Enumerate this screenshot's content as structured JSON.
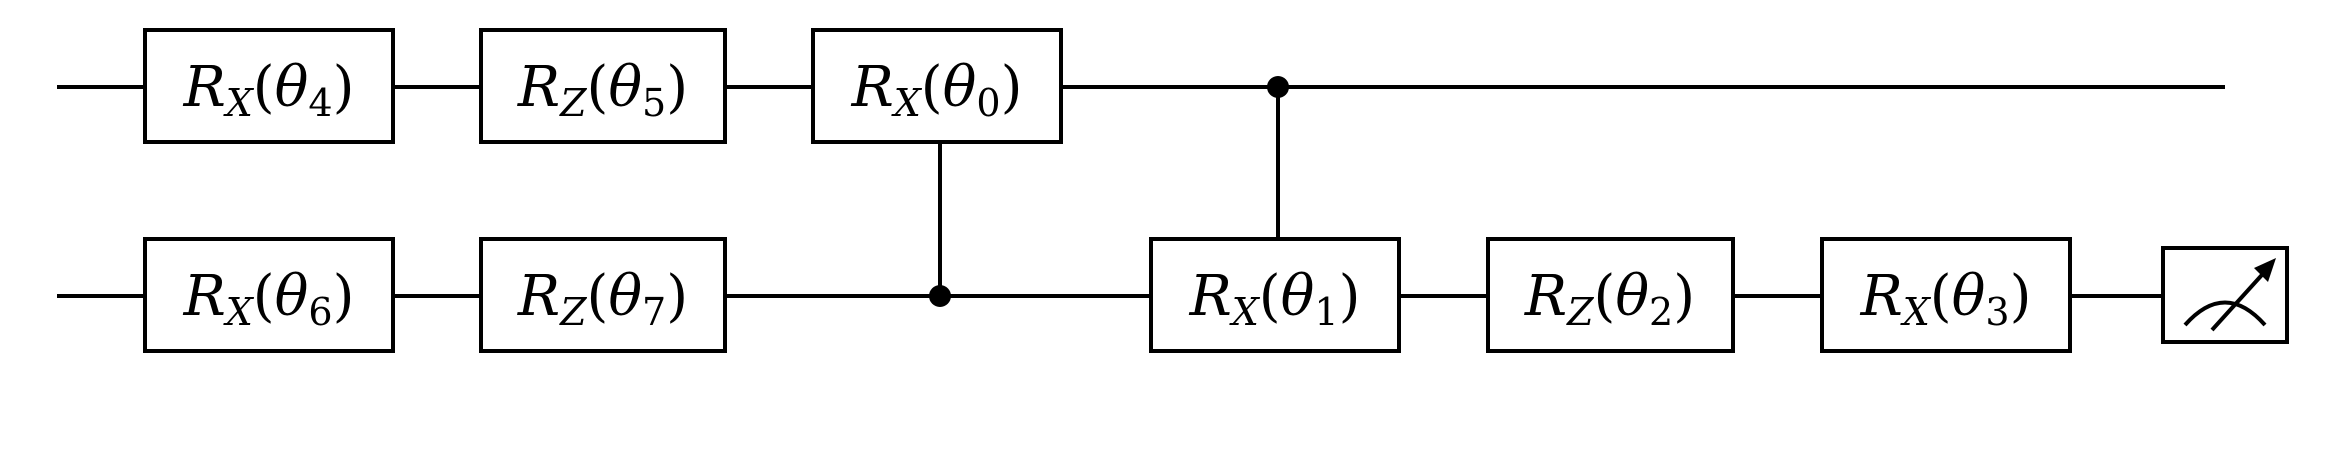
{
  "circuit": {
    "gates": [
      {
        "id": "g1",
        "op": "R",
        "sub": "X",
        "param": "θ",
        "idx": "4"
      },
      {
        "id": "g2",
        "op": "R",
        "sub": "Z",
        "param": "θ",
        "idx": "5"
      },
      {
        "id": "g3",
        "op": "R",
        "sub": "X",
        "param": "θ",
        "idx": "0"
      },
      {
        "id": "g4",
        "op": "R",
        "sub": "X",
        "param": "θ",
        "idx": "6"
      },
      {
        "id": "g5",
        "op": "R",
        "sub": "Z",
        "param": "θ",
        "idx": "7"
      },
      {
        "id": "g6",
        "op": "R",
        "sub": "X",
        "param": "θ",
        "idx": "1"
      },
      {
        "id": "g7",
        "op": "R",
        "sub": "Z",
        "param": "θ",
        "idx": "2"
      },
      {
        "id": "g8",
        "op": "R",
        "sub": "X",
        "param": "θ",
        "idx": "3"
      }
    ],
    "measure": "meter-icon"
  }
}
